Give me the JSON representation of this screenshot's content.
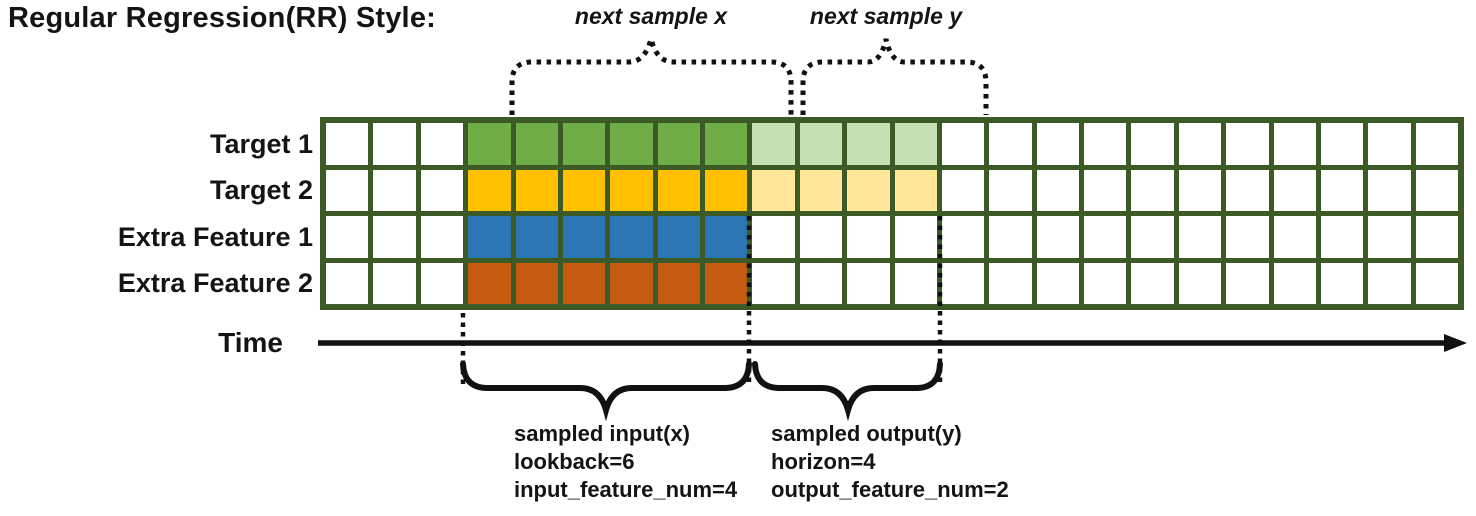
{
  "title": "Regular Regression(RR) Style:",
  "time_axis": {
    "label": "Time"
  },
  "top_braces": {
    "next_sample_x": "next sample x",
    "next_sample_y": "next sample y"
  },
  "bottom": {
    "input_lines": [
      "sampled input(x)",
      "lookback=6",
      "input_feature_num=4"
    ],
    "output_lines": [
      "sampled output(y)",
      "horizon=4",
      "output_feature_num=2"
    ]
  },
  "grid": {
    "columns_total": 24,
    "empty_before": 3,
    "lookback": 6,
    "horizon": 4,
    "border_color": "#3C5A26",
    "ink_color": "#111111",
    "rows": [
      {
        "label": "Target 1",
        "input_color": "#70AD47",
        "output_color": "#C6E0B4"
      },
      {
        "label": "Target 2",
        "input_color": "#FFC000",
        "output_color": "#FFE699"
      },
      {
        "label": "Extra Feature 1",
        "input_color": "#2E75B6",
        "output_color": null
      },
      {
        "label": "Extra Feature 2",
        "input_color": "#C55A11",
        "output_color": null
      }
    ]
  }
}
